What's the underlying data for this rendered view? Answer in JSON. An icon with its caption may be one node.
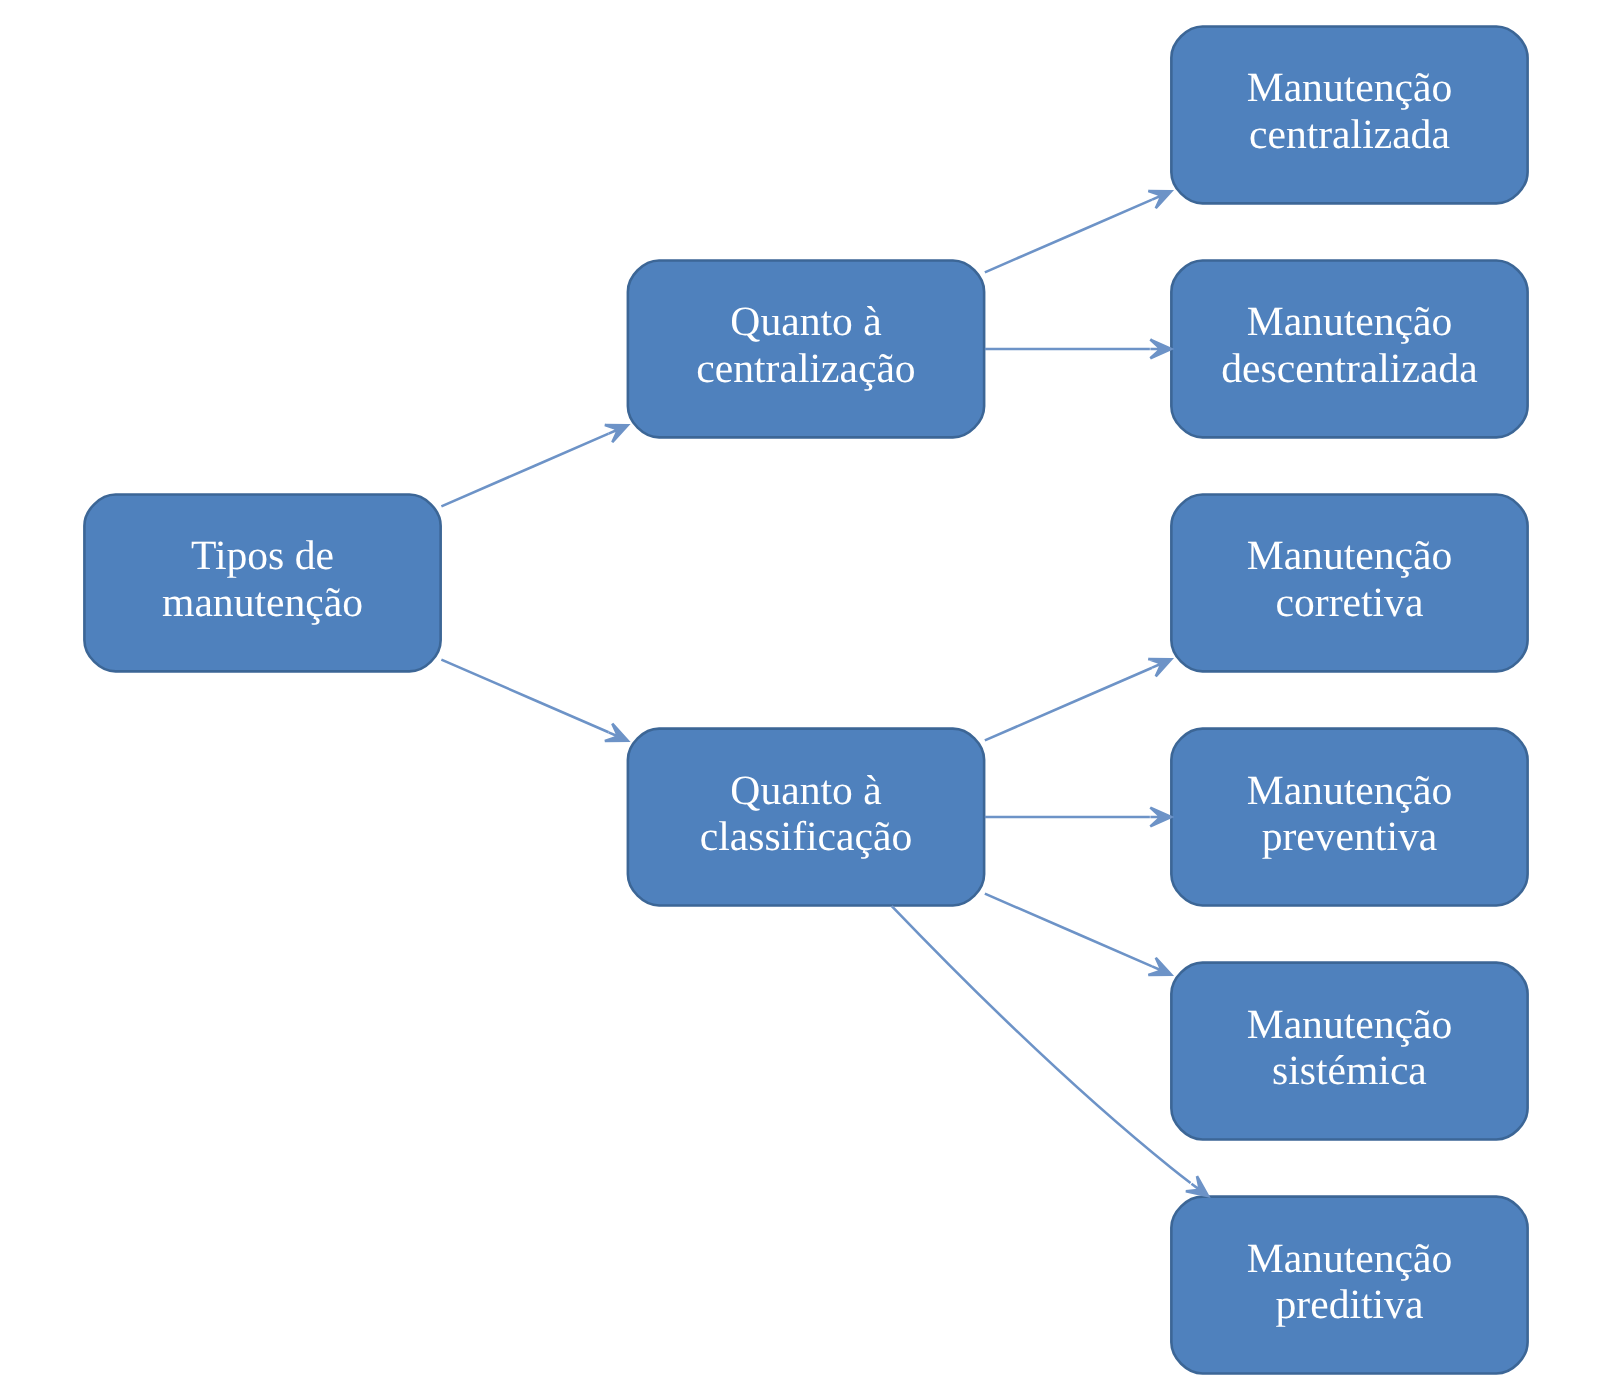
{
  "diagram": {
    "nodes": [
      {
        "text": [
          "Tipos de manutenção"
        ]
      },
      {
        "text": [
          "Quanto à centralização"
        ]
      },
      {
        "text": [
          "Quanto à classificação"
        ]
      },
      {
        "text": [
          "Manutenção centralizada"
        ]
      },
      {
        "text": [
          "Manutenção descentralizada"
        ]
      },
      {
        "text": [
          "Manutenção corretiva"
        ]
      },
      {
        "text": [
          "Manutenção preventiva"
        ]
      },
      {
        "text": [
          "Manutenção sistémica"
        ]
      },
      {
        "text": [
          "Manutenção preditiva"
        ]
      }
    ],
    "edges": [
      {
        "from": 0,
        "to": 1,
        "arrow": "to"
      },
      {
        "from": 0,
        "to": 2,
        "arrow": "to"
      },
      {
        "from": 1,
        "to": 3,
        "arrow": "to"
      },
      {
        "from": 1,
        "to": 4,
        "arrow": "to"
      },
      {
        "from": 2,
        "to": 5,
        "arrow": "to"
      },
      {
        "from": 2,
        "to": 6,
        "arrow": "to"
      },
      {
        "from": 2,
        "to": 7,
        "arrow": "to"
      },
      {
        "from": 2,
        "to": 8,
        "arrow": "to"
      }
    ]
  }
}
